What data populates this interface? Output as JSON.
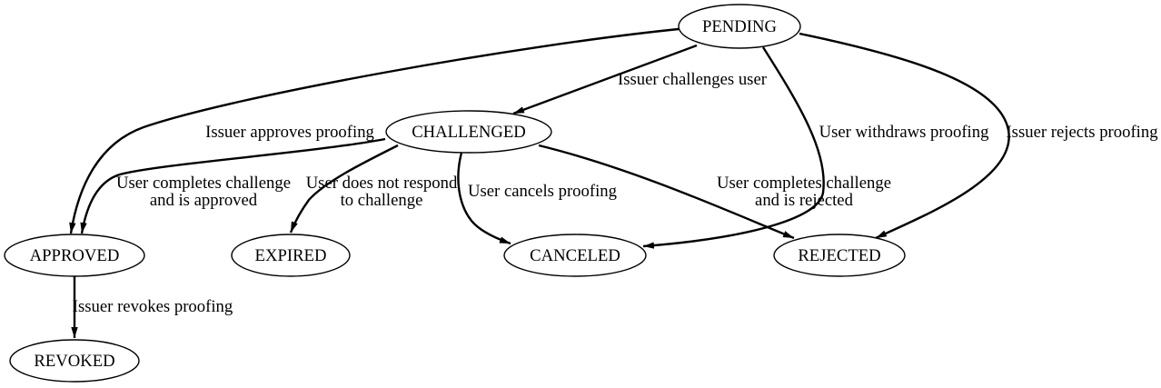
{
  "diagram": {
    "type": "state-transition-graph",
    "colors": {
      "background": "#ffffff",
      "stroke": "#000000",
      "text": "#000000"
    },
    "nodes": [
      {
        "id": "pending",
        "label": "PENDING"
      },
      {
        "id": "challenged",
        "label": "CHALLENGED"
      },
      {
        "id": "approved",
        "label": "APPROVED"
      },
      {
        "id": "expired",
        "label": "EXPIRED"
      },
      {
        "id": "canceled",
        "label": "CANCELED"
      },
      {
        "id": "rejected",
        "label": "REJECTED"
      },
      {
        "id": "revoked",
        "label": "REVOKED"
      }
    ],
    "edges": [
      {
        "from": "PENDING",
        "to": "CHALLENGED",
        "label": "Issuer challenges user",
        "label_lines": [
          "Issuer challenges user"
        ]
      },
      {
        "from": "PENDING",
        "to": "APPROVED",
        "label": "Issuer approves proofing",
        "label_lines": [
          "Issuer approves proofing"
        ]
      },
      {
        "from": "PENDING",
        "to": "CANCELED",
        "label": "User withdraws proofing",
        "label_lines": [
          "User withdraws proofing"
        ]
      },
      {
        "from": "PENDING",
        "to": "REJECTED",
        "label": "Issuer rejects proofing",
        "label_lines": [
          "Issuer rejects proofing"
        ]
      },
      {
        "from": "CHALLENGED",
        "to": "APPROVED",
        "label": "User completes challenge and is approved",
        "label_lines": [
          "User completes challenge",
          "and is approved"
        ]
      },
      {
        "from": "CHALLENGED",
        "to": "EXPIRED",
        "label": "User does not respond to challenge",
        "label_lines": [
          "User does not respond",
          "to challenge"
        ]
      },
      {
        "from": "CHALLENGED",
        "to": "CANCELED",
        "label": "User cancels proofing",
        "label_lines": [
          "User cancels proofing"
        ]
      },
      {
        "from": "CHALLENGED",
        "to": "REJECTED",
        "label": "User completes challenge and is rejected",
        "label_lines": [
          "User completes challenge",
          "and is rejected"
        ]
      },
      {
        "from": "APPROVED",
        "to": "REVOKED",
        "label": "Issuer revokes proofing",
        "label_lines": [
          "Issuer revokes proofing"
        ]
      }
    ]
  }
}
